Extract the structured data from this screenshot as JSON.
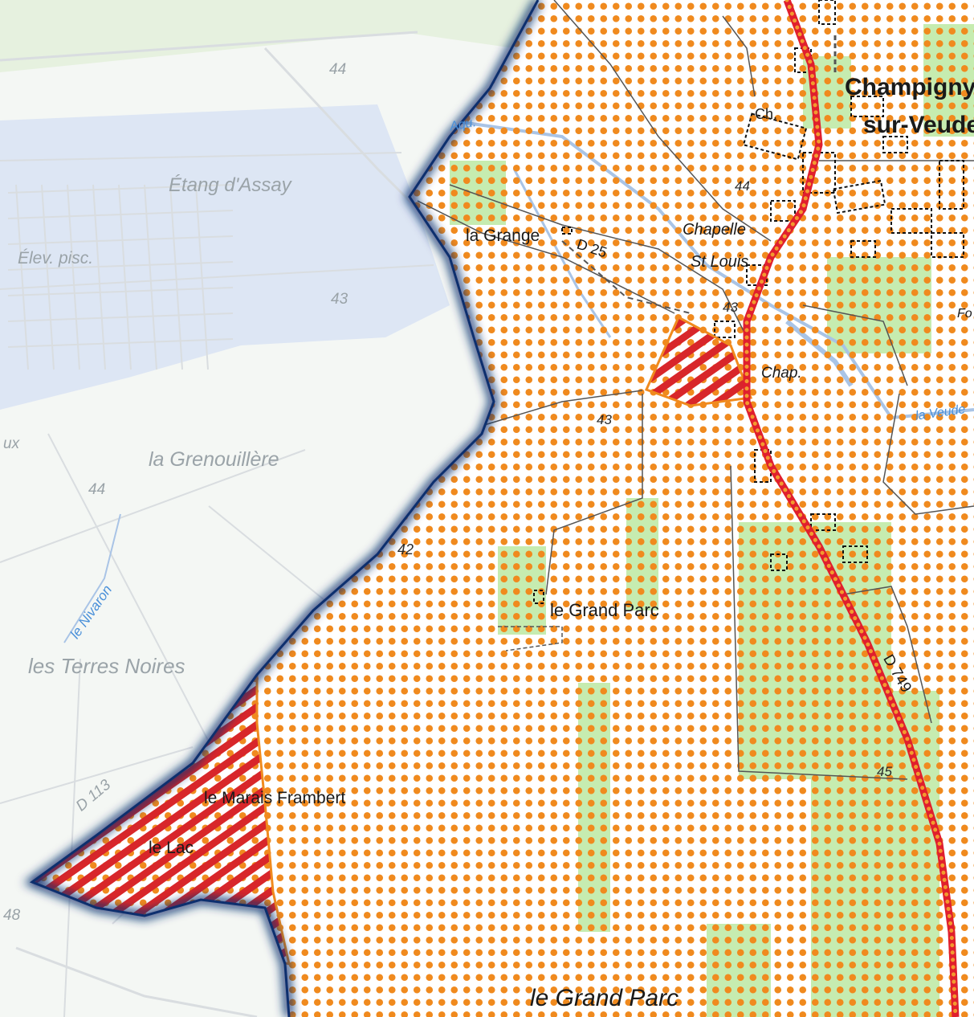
{
  "map": {
    "colors": {
      "basemap_bg": "#f4f7f4",
      "basemap_green": "#e6f1df",
      "basemap_road": "#d9dde0",
      "water_blue": "#dde6f4",
      "outer_mask": "#ffffff",
      "mask_edge": "#0d2f6e",
      "zone_dots": "#f08a1e",
      "zone_field_green": "#c6ecb0",
      "hatch_red": "#d8262a",
      "main_road": "#e01f2d",
      "road_dots": "#f39a2e",
      "small_road": "#555555",
      "building": "#111111",
      "stream": "#a9c4e6"
    },
    "labels": {
      "etang_assay": "Étang d'Assay",
      "elev_pisc": "Élev. pisc.",
      "grenouillere": "la Grenouillère",
      "terres_noires": "les Terres Noires",
      "nivaron": "le Nivaron",
      "ux": "ux",
      "d113": "D 113",
      "alt_44_top": "44",
      "alt_43_left": "43",
      "alt_44_left": "44",
      "alt_488": "48",
      "champigny_1": "Champigny",
      "champigny_2": "sur-Veude",
      "ch": "Ch.",
      "la_grange": "la Grange",
      "d25": "D 25",
      "chapelle": "Chapelle",
      "st_louis": "St Louis",
      "chap": "Chap.",
      "alt_44_town": "44",
      "alt_43_town": "43",
      "alt_43_mid": "43",
      "alt_42": "42",
      "alt_45": "45",
      "grand_parc_mid": "le Grand Parc",
      "d749": "D 749",
      "marais_frambert": "le Marais Frambert",
      "le_lac": "le Lac",
      "grand_parc_bottom": "le Grand Parc",
      "stream_top": "Aqu.",
      "la_veude": "la Veude",
      "fo": "Fo"
    }
  }
}
